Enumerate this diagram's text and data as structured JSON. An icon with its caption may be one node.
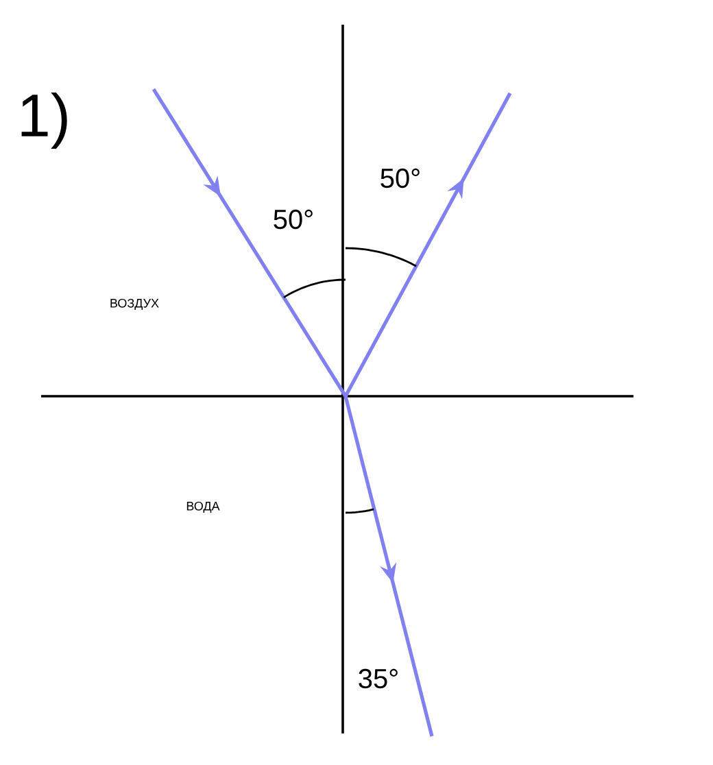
{
  "diagram": {
    "labels": [
      "1)",
      "50°",
      "50°",
      "ВОЗДУХ",
      "ВОДА",
      "35°"
    ]
  }
}
